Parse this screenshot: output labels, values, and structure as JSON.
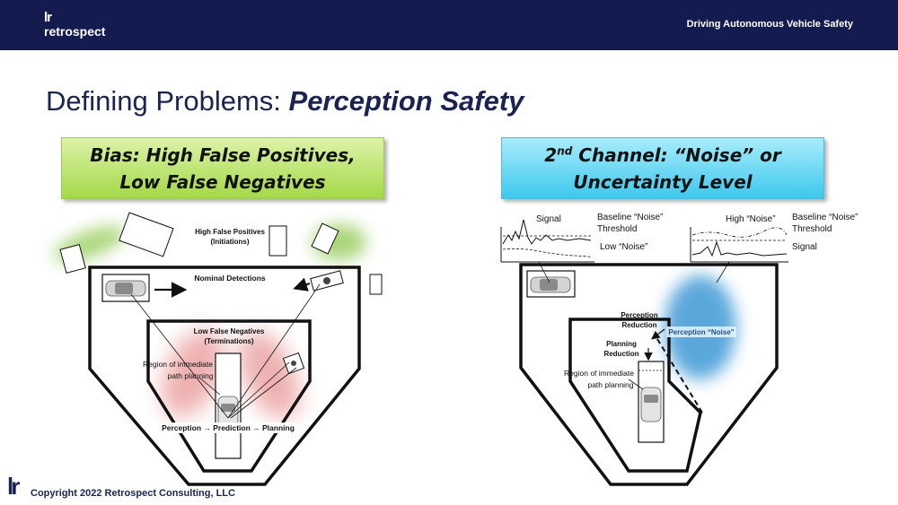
{
  "header": {
    "logo_mark": "lr",
    "logo_text": "retrospect",
    "title": "Driving Autonomous Vehicle Safety"
  },
  "slide": {
    "title_plain": "Defining Problems: ",
    "title_emphasis": "Perception Safety"
  },
  "left_panel": {
    "banner_line1": "Bias: High False Positives,",
    "banner_line2": "Low False Negatives",
    "label_high_fp": "High False Positives",
    "label_high_fp_sub": "(Initiations)",
    "label_nominal": "Nominal Detections",
    "label_low_fn": "Low False Negatives",
    "label_low_fn_sub": "(Terminations)",
    "label_region_1": "Region of immediate",
    "label_region_2": "path planning",
    "pipeline": "Perception → Prediction → Planning",
    "colors": {
      "green_glow": "#8cc84b",
      "red_glow": "#e07070"
    }
  },
  "right_panel": {
    "banner_num": "2",
    "banner_sup": "nd",
    "banner_line1_rest": " Channel: “Noise” or",
    "banner_line2": "Uncertainty Level",
    "graph1": {
      "signal": "Signal",
      "baseline_1": "Baseline “Noise”",
      "baseline_2": "Threshold",
      "low_noise": "Low “Noise”"
    },
    "graph2": {
      "high_noise": "High “Noise”",
      "baseline_1": "Baseline “Noise”",
      "baseline_2": "Threshold",
      "signal": "Signal"
    },
    "label_perception_reduction_1": "Perception",
    "label_perception_reduction_2": "Reduction",
    "label_perception_noise": "Perception “Noise”",
    "label_planning_reduction_1": "Planning",
    "label_planning_reduction_2": "Reduction",
    "label_region_1": "Region of immediate",
    "label_region_2": "path planning",
    "colors": {
      "blue_blob": "#4a9fd8"
    }
  },
  "footer": {
    "logo": "lr",
    "copyright": "Copyright  2022 Retrospect Consulting, LLC"
  }
}
